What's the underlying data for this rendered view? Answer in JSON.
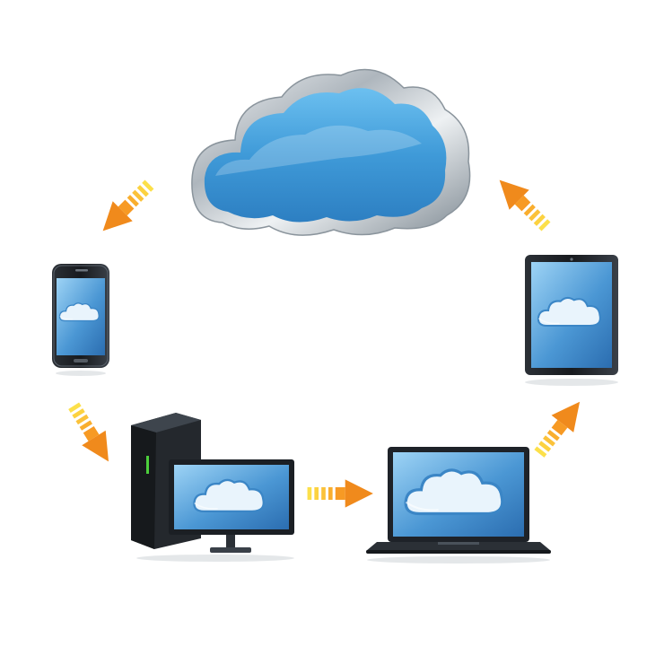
{
  "diagram": {
    "nodes": [
      {
        "id": "cloud",
        "icon": "cloud-icon"
      },
      {
        "id": "smartphone",
        "icon": "smartphone-icon"
      },
      {
        "id": "tablet",
        "icon": "tablet-icon"
      },
      {
        "id": "desktop",
        "icon": "desktop-computer-icon"
      },
      {
        "id": "laptop",
        "icon": "laptop-icon"
      }
    ],
    "edges": [
      {
        "from": "cloud",
        "to": "smartphone"
      },
      {
        "from": "smartphone",
        "to": "desktop"
      },
      {
        "from": "desktop",
        "to": "laptop"
      },
      {
        "from": "laptop",
        "to": "tablet"
      },
      {
        "from": "tablet",
        "to": "cloud"
      }
    ],
    "colors": {
      "cloud_fill": "#3f9ad8",
      "cloud_border": "#9aa3aa",
      "screen": "#3f86c8",
      "device_body": "#1e2228",
      "arrow": "#f08a1c",
      "arrow_light": "#fbd640"
    }
  }
}
